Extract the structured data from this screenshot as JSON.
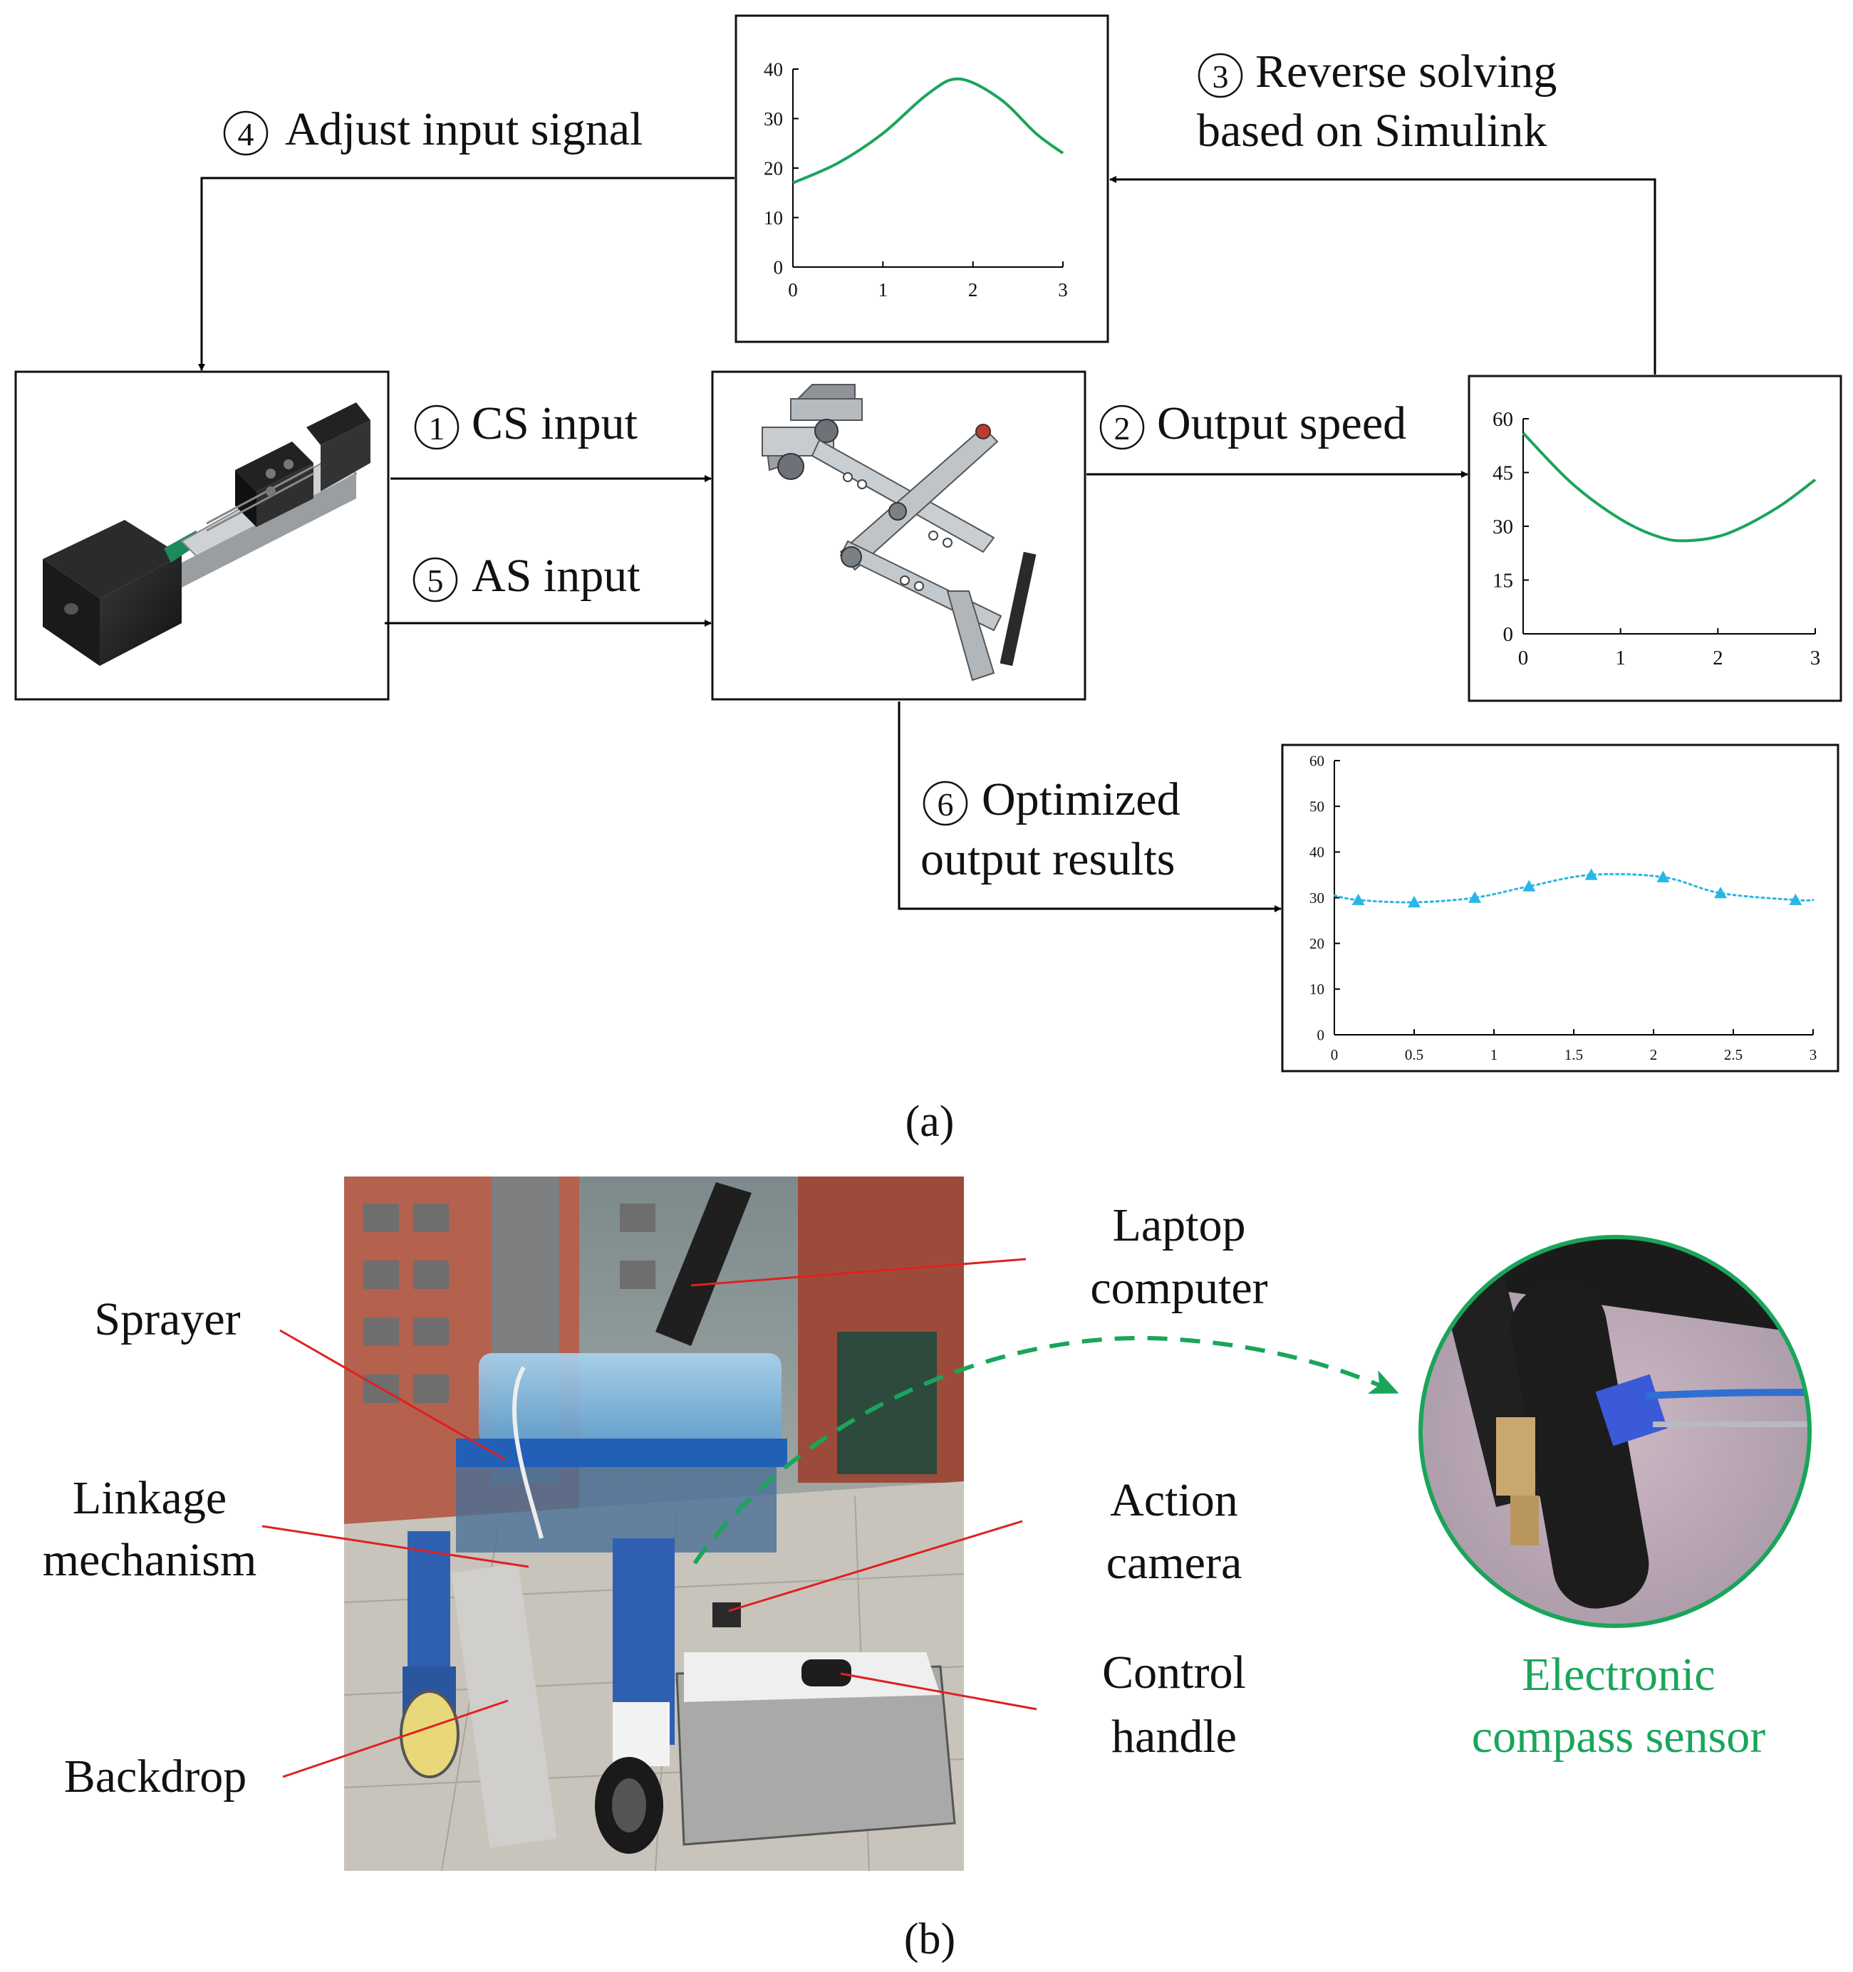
{
  "panel_a": {
    "caption": "(a)",
    "steps": {
      "step1": {
        "num": "1",
        "label": "CS input"
      },
      "step2": {
        "num": "2",
        "label": "Output speed"
      },
      "step3": {
        "num": "3",
        "line1": "Reverse solving",
        "line2": "based on Simulink"
      },
      "step4": {
        "num": "4",
        "label": "Adjust input signal"
      },
      "step5": {
        "num": "5",
        "label": "AS input"
      },
      "step6": {
        "num": "6",
        "line1": "Optimized",
        "line2": "output results"
      }
    }
  },
  "panel_b": {
    "caption": "(b)",
    "labels": {
      "sprayer": "Sprayer",
      "linkage_line1": "Linkage",
      "linkage_line2": "mechanism",
      "backdrop": "Backdrop",
      "laptop_line1": "Laptop",
      "laptop_line2": "computer",
      "camera_line1": "Action",
      "camera_line2": "camera",
      "handle_line1": "Control",
      "handle_line2": "handle",
      "compass_line1": "Electronic",
      "compass_line2": "compass sensor"
    },
    "colors": {
      "leader": "#e02020",
      "accent": "#1aa55a"
    }
  },
  "chart_data": [
    {
      "id": "top",
      "type": "line",
      "xticks": [
        "0",
        "1",
        "2",
        "3"
      ],
      "yticks": [
        "0",
        "10",
        "20",
        "30",
        "40"
      ],
      "xlim": [
        0,
        3
      ],
      "ylim": [
        0,
        40
      ],
      "series": [
        {
          "x": [
            0,
            0.5,
            1,
            1.5,
            1.85,
            2.3,
            2.7,
            3
          ],
          "y": [
            17,
            21,
            27,
            35,
            38,
            34,
            27,
            23
          ],
          "color": "#1aa55a"
        }
      ]
    },
    {
      "id": "right",
      "type": "line",
      "xticks": [
        "0",
        "1",
        "2",
        "3"
      ],
      "yticks": [
        "0",
        "15",
        "30",
        "45",
        "60"
      ],
      "xlim": [
        0,
        3
      ],
      "ylim": [
        0,
        60
      ],
      "series": [
        {
          "x": [
            0,
            0.5,
            1,
            1.4,
            1.7,
            2.1,
            2.6,
            3
          ],
          "y": [
            56,
            42,
            32,
            27,
            26,
            28,
            35,
            43
          ],
          "color": "#1aa55a"
        }
      ]
    },
    {
      "id": "bottom",
      "type": "line",
      "xticks": [
        "0",
        "0.5",
        "1",
        "1.5",
        "2",
        "2.5",
        "3"
      ],
      "yticks": [
        "0",
        "10",
        "20",
        "30",
        "40",
        "50",
        "60"
      ],
      "xlim": [
        0,
        3
      ],
      "ylim": [
        0,
        60
      ],
      "series": [
        {
          "x": [
            0,
            0.15,
            0.5,
            0.88,
            1.22,
            1.61,
            2.06,
            2.42,
            2.89,
            3
          ],
          "y": [
            30.5,
            29.5,
            29,
            30,
            32.5,
            35,
            34.5,
            31,
            29.5,
            29.5
          ],
          "markers_x": [
            0.15,
            0.5,
            0.88,
            1.22,
            1.61,
            2.06,
            2.42,
            2.89
          ],
          "markers_y": [
            29.5,
            29,
            30,
            32.5,
            35,
            34.5,
            31,
            29.5
          ],
          "color": "#29b6e6",
          "style": "dotted",
          "marker": "triangle"
        }
      ]
    }
  ]
}
